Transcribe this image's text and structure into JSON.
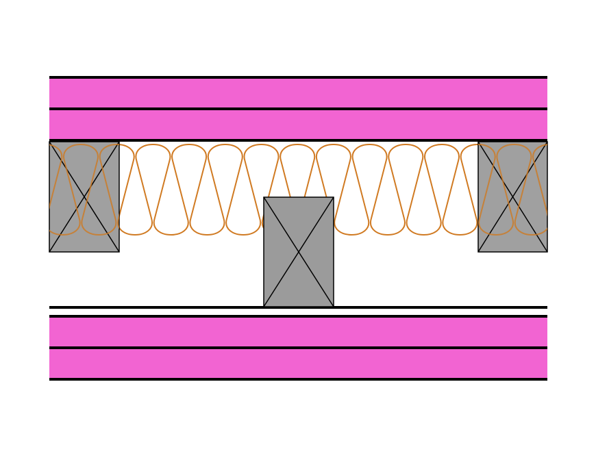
{
  "diagram": {
    "colors": {
      "board": "#f264d2",
      "stud": "#9b9b9b",
      "insulation": "#d07a22",
      "line": "#000000",
      "background": "#ffffff"
    },
    "top_board_layers": 2,
    "bottom_board_layers": 2,
    "studs": [
      {
        "name": "left-stud",
        "side": "top"
      },
      {
        "name": "center-stud",
        "side": "bottom"
      },
      {
        "name": "right-stud",
        "side": "top"
      }
    ],
    "insulation_loops": 14,
    "icons": [
      "stud-cross-icon",
      "insulation-coil-icon"
    ]
  }
}
